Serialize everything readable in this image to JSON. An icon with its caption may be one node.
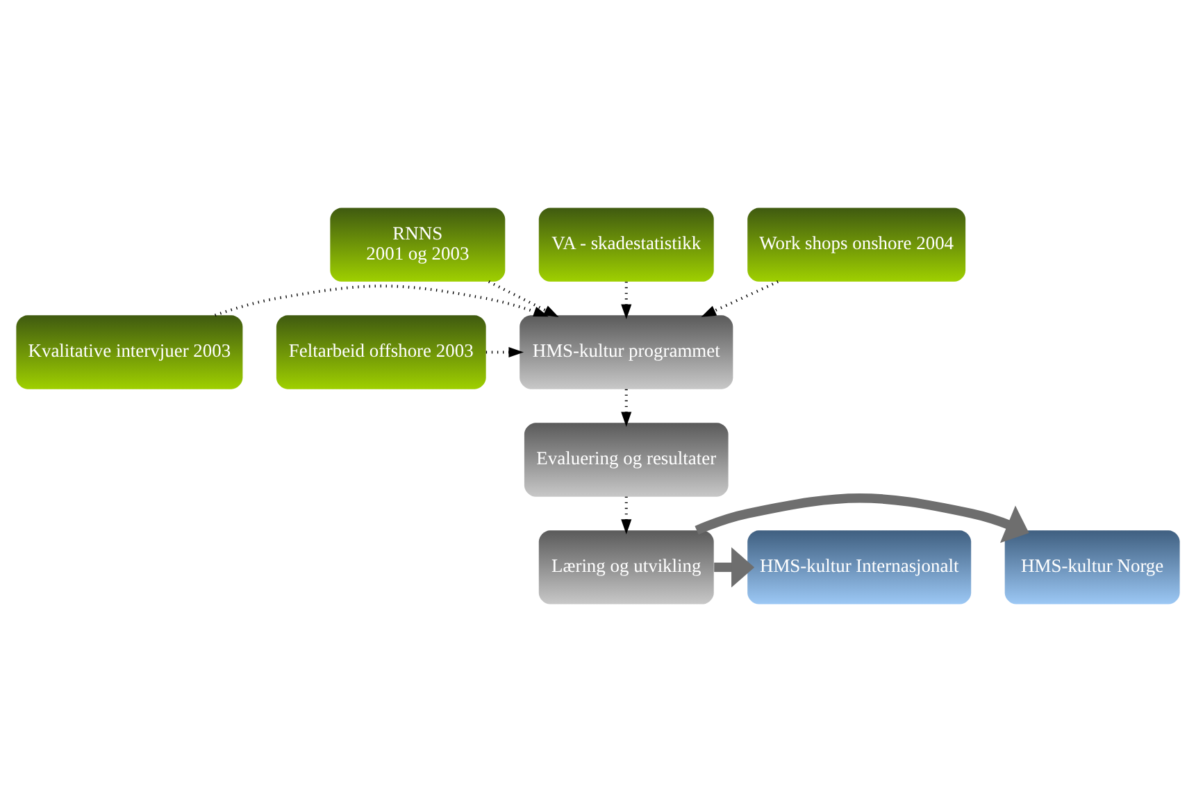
{
  "diagram": {
    "nodes": [
      {
        "text": [
          "RNNS",
          "2001 og 2003"
        ]
      },
      {
        "text": [
          "VA - skadestatistikk"
        ]
      },
      {
        "text": [
          "Work shops onshore 2004"
        ]
      },
      {
        "text": [
          "Kvalitative intervjuer 2003"
        ]
      },
      {
        "text": [
          "HMS-kultur programmet"
        ]
      },
      {
        "text": [
          "Feltarbeid offshore 2003"
        ]
      },
      {
        "text": [
          "Evaluering og resultater"
        ]
      },
      {
        "text": [
          "HMS-kultur Norge"
        ]
      },
      {
        "text": [
          "Læring og utvikling"
        ]
      },
      {
        "text": [
          "HMS-kultur Internasjonalt"
        ]
      }
    ],
    "edges": [
      {
        "from": 0,
        "to": 4,
        "arrow": "to",
        "style": "dashed"
      },
      {
        "from": 1,
        "to": 4,
        "arrow": "to",
        "style": "dashed"
      },
      {
        "from": 2,
        "to": 4,
        "arrow": "to",
        "style": "dashed"
      },
      {
        "from": 3,
        "to": 4,
        "arrow": "to",
        "style": "dashed"
      },
      {
        "from": 5,
        "to": 4,
        "arrow": "to",
        "style": "dashed"
      },
      {
        "from": 4,
        "to": 6,
        "arrow": "to",
        "style": "dashed"
      },
      {
        "from": 6,
        "to": 8,
        "arrow": "to",
        "style": "dashed"
      },
      {
        "from": 8,
        "to": 7,
        "arrow": "to",
        "style": "thick",
        "color": "#6e6e6e"
      },
      {
        "from": 8,
        "to": 9,
        "arrow": "to",
        "style": "thick",
        "color": "#6e6e6e"
      }
    ]
  }
}
